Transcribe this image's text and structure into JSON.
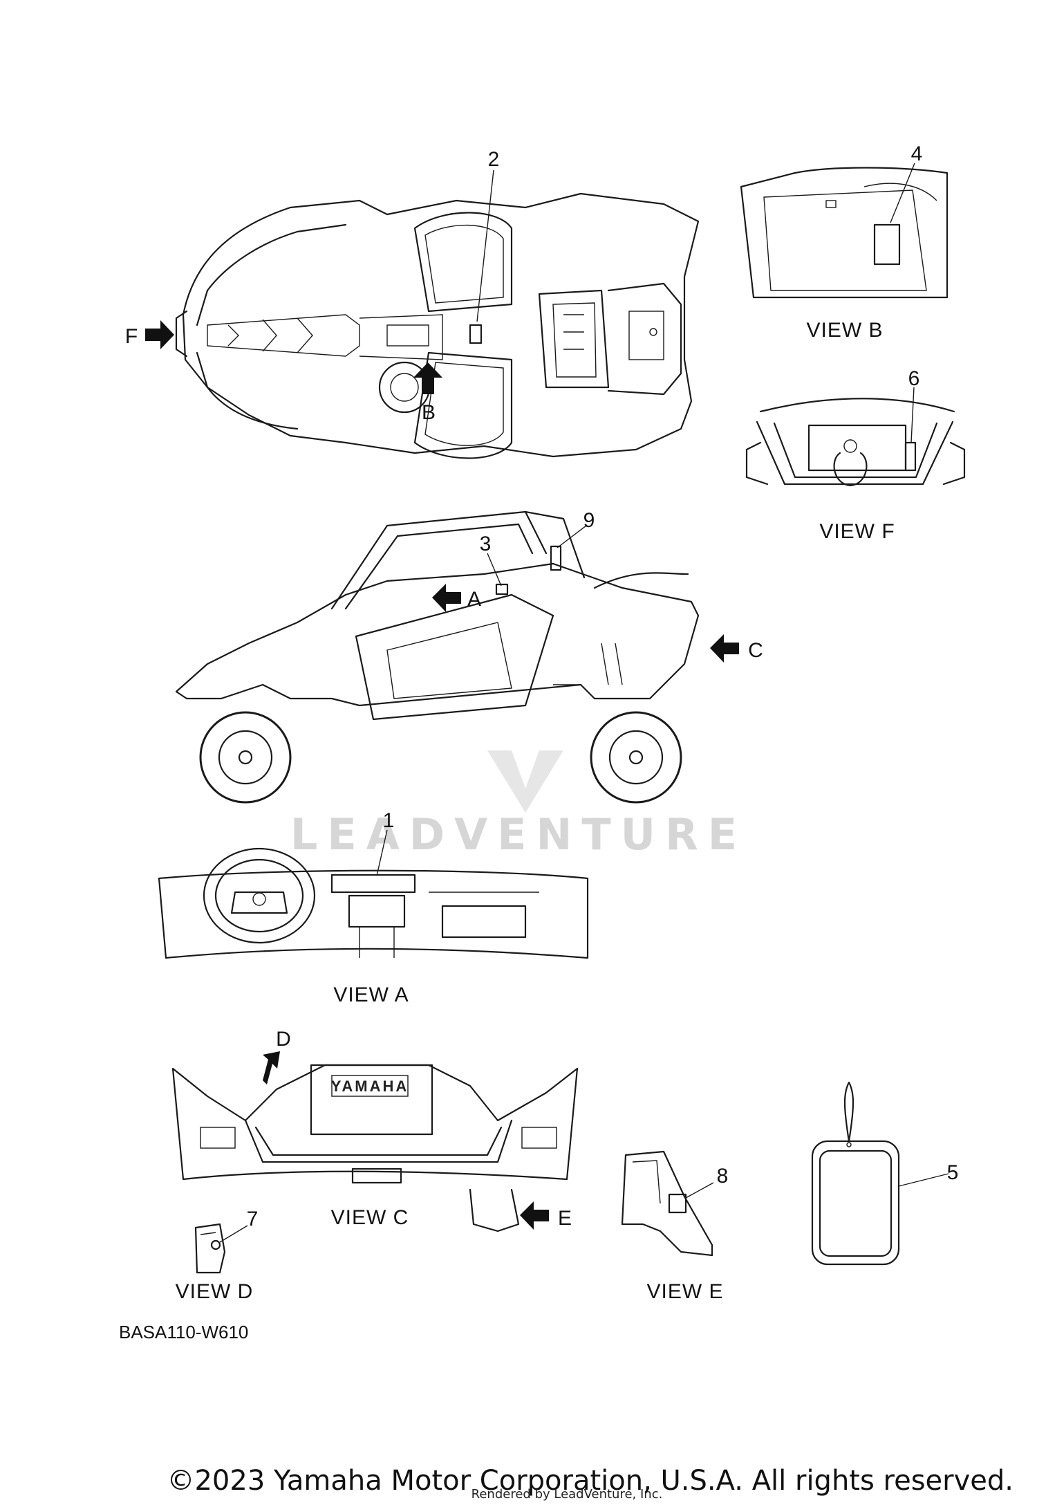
{
  "watermark": "LEADVENTURE",
  "brand_plate": "YAMAHA",
  "callouts": [
    "1",
    "2",
    "3",
    "4",
    "5",
    "6",
    "7",
    "8",
    "9"
  ],
  "view_letters": {
    "a": "A",
    "b": "B",
    "c": "C",
    "d": "D",
    "e": "E",
    "f": "F"
  },
  "views": {
    "a": "VIEW A",
    "b": "VIEW B",
    "c": "VIEW C",
    "d": "VIEW D",
    "e": "VIEW E",
    "f": "VIEW F"
  },
  "diagram_code": "BASA110-W610",
  "copyright": "©2023 Yamaha Motor Corporation, U.S.A. All rights reserved.",
  "rendered_by": "Rendered by LeadVenture, Inc."
}
